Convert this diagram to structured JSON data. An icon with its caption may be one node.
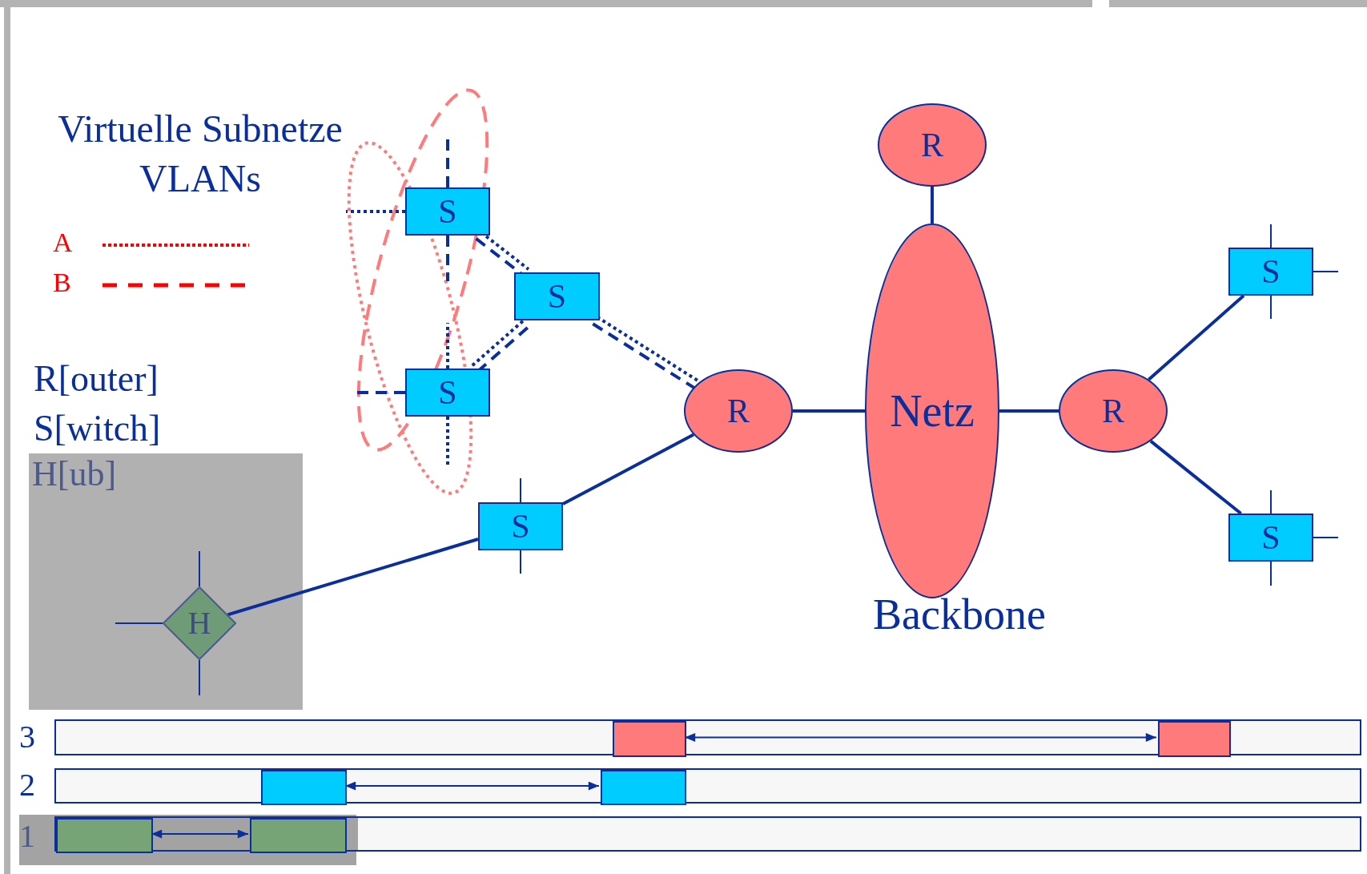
{
  "diagram": {
    "title": "Virtuelle Subnetze VLANs",
    "nodes": [
      {
        "text": [
          "R"
        ]
      },
      {
        "text": [
          "Netz"
        ],
        "beside": [
          "Backbone"
        ]
      },
      {
        "text": [
          "R"
        ]
      },
      {
        "text": [
          "R"
        ]
      },
      {
        "text": [
          "S"
        ]
      },
      {
        "text": [
          "S"
        ]
      },
      {
        "text": [
          "S"
        ]
      },
      {
        "text": [
          "S"
        ]
      },
      {
        "text": [
          "S"
        ]
      },
      {
        "text": [
          "S"
        ]
      },
      {
        "text": [
          "H[ub]"
        ]
      },
      {
        "text": [
          "H"
        ],
        "in": 10
      },
      {
        "text": [],
        "shape": "bar"
      },
      {
        "text": [],
        "shape": "box",
        "in": 12
      },
      {
        "text": [],
        "shape": "box",
        "in": 12
      },
      {
        "text": [],
        "shape": "bar"
      },
      {
        "text": [],
        "shape": "box",
        "in": 15
      },
      {
        "text": [],
        "shape": "box",
        "in": 15
      },
      {
        "text": [],
        "shape": "bar"
      },
      {
        "text": [],
        "shape": "box",
        "in": 18
      },
      {
        "text": [],
        "shape": "box",
        "in": 18
      }
    ],
    "edges": [
      {
        "from": 0,
        "to": 1,
        "arrow": "none"
      },
      {
        "from": 2,
        "to": 1,
        "arrow": "none"
      },
      {
        "from": 1,
        "to": 3,
        "arrow": "none"
      },
      {
        "from": 3,
        "to": 8,
        "arrow": "none"
      },
      {
        "from": 3,
        "to": 9,
        "arrow": "none"
      },
      {
        "from": 4,
        "to": 5,
        "arrow": "none",
        "style": "dashed"
      },
      {
        "from": 4,
        "to": 5,
        "arrow": "none",
        "style": "dashed"
      },
      {
        "from": 6,
        "to": 5,
        "arrow": "none",
        "style": "dashed"
      },
      {
        "from": 6,
        "to": 5,
        "arrow": "none",
        "style": "dashed"
      },
      {
        "from": 5,
        "to": 2,
        "arrow": "none",
        "style": "dashed"
      },
      {
        "from": 5,
        "to": 2,
        "arrow": "none",
        "style": "dashed"
      },
      {
        "from": 7,
        "to": 2,
        "arrow": "none"
      },
      {
        "from": 11,
        "to": 7,
        "arrow": "none"
      },
      {
        "from": 13,
        "to": 14,
        "arrow": "both"
      },
      {
        "from": 16,
        "to": 17,
        "arrow": "both"
      },
      {
        "from": 19,
        "to": 20,
        "arrow": "both"
      },
      {
        "from": 4,
        "to": null,
        "arrow": "none",
        "style": "dashed"
      },
      {
        "from": 4,
        "to": null,
        "arrow": "none",
        "style": "dashed"
      },
      {
        "from": 4,
        "to": null,
        "arrow": "none",
        "style": "dashed"
      },
      {
        "from": 6,
        "to": null,
        "arrow": "none",
        "style": "dashed"
      },
      {
        "from": 6,
        "to": null,
        "arrow": "none",
        "style": "dashed"
      },
      {
        "from": 6,
        "to": null,
        "arrow": "none",
        "style": "dashed"
      },
      {
        "from": 7,
        "to": null,
        "arrow": "none"
      },
      {
        "from": 7,
        "to": null,
        "arrow": "none"
      },
      {
        "from": 8,
        "to": null,
        "arrow": "none"
      },
      {
        "from": 8,
        "to": null,
        "arrow": "none"
      },
      {
        "from": 8,
        "to": null,
        "arrow": "none"
      },
      {
        "from": 9,
        "to": null,
        "arrow": "none"
      },
      {
        "from": 9,
        "to": null,
        "arrow": "none"
      },
      {
        "from": 9,
        "to": null,
        "arrow": "none"
      },
      {
        "from": 11,
        "to": null,
        "arrow": "none"
      },
      {
        "from": 11,
        "to": null,
        "arrow": "none"
      },
      {
        "from": 11,
        "to": null,
        "arrow": "none"
      }
    ],
    "labels": [
      "R[outer]",
      "S[witch]",
      "3",
      "2",
      "1"
    ],
    "legend": [
      {
        "text": "A"
      },
      {
        "text": "B"
      }
    ]
  }
}
